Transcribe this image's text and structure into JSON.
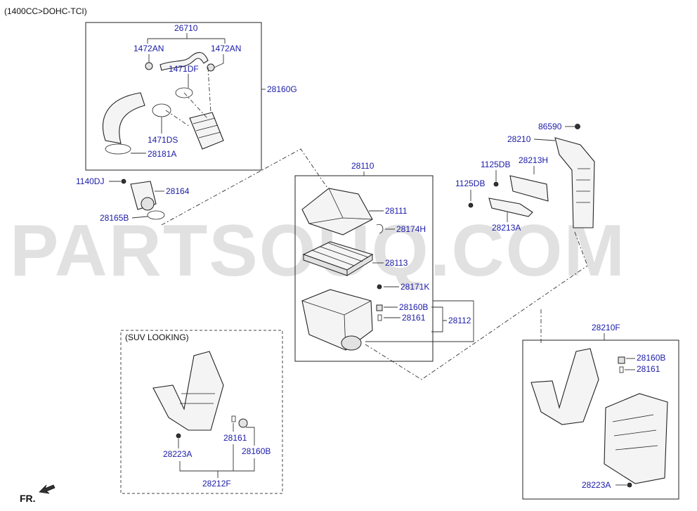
{
  "header": {
    "engine": "(1400CC>DOHC-TCI)"
  },
  "watermark": "PARTSOUQ.COM",
  "direction_label": "FR.",
  "subgroup_title": "(SUV LOOKING)",
  "parts": {
    "p26710": "26710",
    "p1472AN_left": "1472AN",
    "p1472AN_right": "1472AN",
    "p1471DF": "1471DF",
    "p28160G": "28160G",
    "p1471DS": "1471DS",
    "p28181A": "28181A",
    "p1140DJ": "1140DJ",
    "p28164": "28164",
    "p28165B": "28165B",
    "p28110": "28110",
    "p28111": "28111",
    "p28174H": "28174H",
    "p28113": "28113",
    "p28171K": "28171K",
    "p28160B_main": "28160B",
    "p28161_main": "28161",
    "p28112": "28112",
    "p86590": "86590",
    "p28210": "28210",
    "p1125DB_a": "1125DB",
    "p28213H": "28213H",
    "p1125DB_b": "1125DB",
    "p28213A": "28213A",
    "p28210F": "28210F",
    "p28160B_right": "28160B",
    "p28161_right": "28161",
    "p28223A_right": "28223A",
    "p28161_suv": "28161",
    "p28160B_suv": "28160B",
    "p28223A_suv": "28223A",
    "p28212F": "28212F"
  }
}
